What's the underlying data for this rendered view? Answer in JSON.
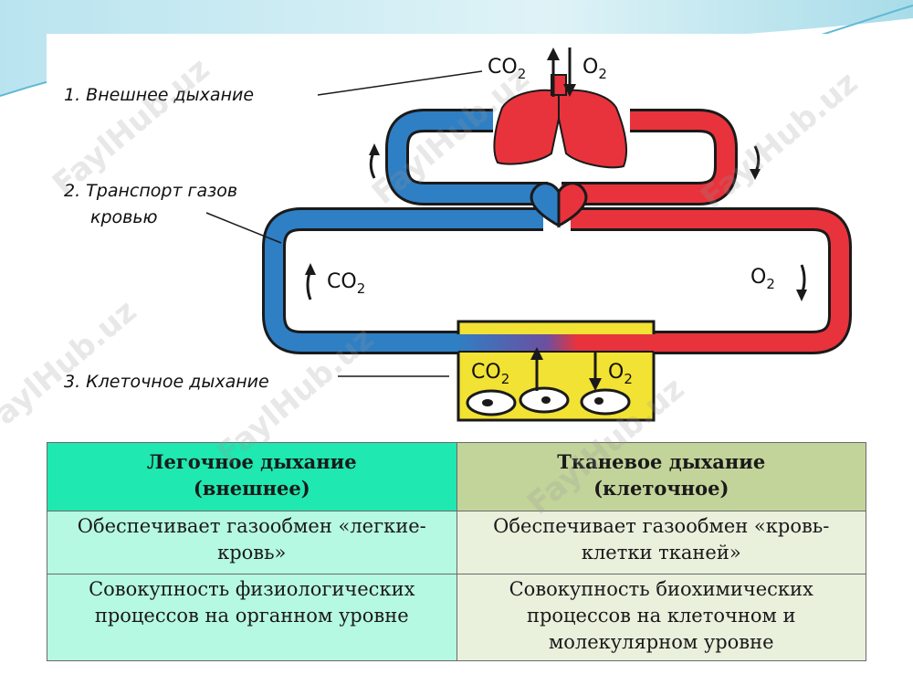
{
  "diagram": {
    "labels": {
      "external": "1. Внешнее дыхание",
      "transport_line1": "2. Транспорт газов",
      "transport_line2": "кровью",
      "cellular": "3. Клеточное дыхание"
    },
    "gas": {
      "co2": "CO",
      "co2_sub": "2",
      "o2": "O",
      "o2_sub": "2"
    },
    "colors": {
      "venous": "#2f7fc4",
      "arterial": "#e8333c",
      "tissue": "#f2e233",
      "lungs": "#e8333c"
    }
  },
  "table": {
    "headers": [
      {
        "line1": "Легочное дыхание",
        "line2": "(внешнее)"
      },
      {
        "line1": "Тканевое дыхание",
        "line2": "(клеточное)"
      }
    ],
    "rows": [
      [
        {
          "line1": "Обеспечивает газообмен «легкие-",
          "line2": "кровь»",
          "line3": ""
        },
        {
          "line1": "Обеспечивает газообмен «кровь-",
          "line2": "клетки тканей»",
          "line3": ""
        }
      ],
      [
        {
          "line1": "Совокупность физиологических",
          "line2": "процессов на органном уровне",
          "line3": ""
        },
        {
          "line1": "Совокупность биохимических",
          "line2": "процессов на клеточном и",
          "line3": "молекулярном уровне"
        }
      ]
    ]
  },
  "watermark": "FaylHub.uz"
}
